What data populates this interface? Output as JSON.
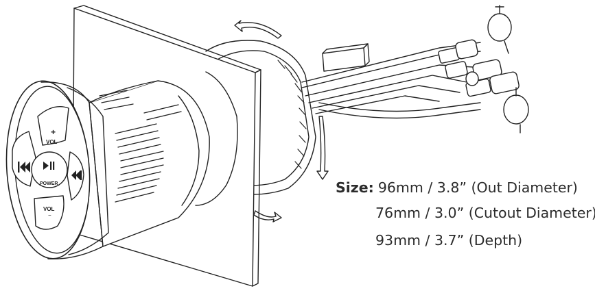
{
  "size_label": "Size:",
  "specs": [
    "96mm / 3.8” (Out Diameter)",
    "76mm / 3.0” (Cutout Diameter)",
    "93mm / 3.7” (Depth)"
  ],
  "buttons": {
    "vol_up": "VOL",
    "vol_up_sign": "+",
    "vol_down": "VOL",
    "vol_down_sign": "−",
    "power": "POWER"
  },
  "colors": {
    "line": "#222222",
    "panel": "#ffffff",
    "text": "#2b2b2b"
  }
}
